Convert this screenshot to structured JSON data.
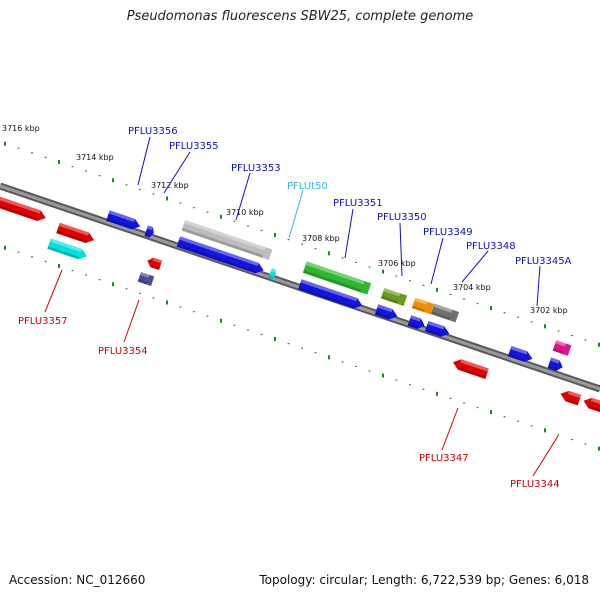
{
  "title": "Pseudomonas fluorescens SBW25, complete genome",
  "footer": {
    "accession": "Accession: NC_012660",
    "topology": "Topology: circular; Length: 6,722,539 bp; Genes: 6,018"
  },
  "ticks": [
    {
      "label": "3716 kbp"
    },
    {
      "label": "3714 kbp"
    },
    {
      "label": "3712 kbp"
    },
    {
      "label": "3710 kbp"
    },
    {
      "label": "3708 kbp"
    },
    {
      "label": "3706 kbp"
    },
    {
      "label": "3704 kbp"
    },
    {
      "label": "3702 kbp"
    }
  ],
  "gene_labels": [
    {
      "text": "PFLU3356",
      "color": "#1010c0"
    },
    {
      "text": "PFLU3355",
      "color": "#1010c0"
    },
    {
      "text": "PFLU3353",
      "color": "#1010c0"
    },
    {
      "text": "PFLUt50",
      "color": "#33bbdd"
    },
    {
      "text": "PFLU3351",
      "color": "#1010c0"
    },
    {
      "text": "PFLU3350",
      "color": "#1010c0"
    },
    {
      "text": "PFLU3349",
      "color": "#1010c0"
    },
    {
      "text": "PFLU3348",
      "color": "#1010c0"
    },
    {
      "text": "PFLU3345A",
      "color": "#1010c0"
    },
    {
      "text": "PFLU3357",
      "color": "#cc0000"
    },
    {
      "text": "PFLU3354",
      "color": "#cc0000"
    },
    {
      "text": "PFLU3347",
      "color": "#cc0000"
    },
    {
      "text": "PFLU3344",
      "color": "#cc0000"
    }
  ],
  "colors": {
    "cds_forward": "#1414e0",
    "cds_reverse": "#e00000",
    "rrna": "#bdbdbd",
    "trna": "#00e0e0",
    "green": "#2fb82f",
    "olive": "#6a9a1e",
    "orange": "#f09000",
    "gray": "#707070",
    "magenta": "#e0148c",
    "slate": "#4a4a9a",
    "tick_green": "#1a8a1a",
    "backbone": "#808080"
  }
}
